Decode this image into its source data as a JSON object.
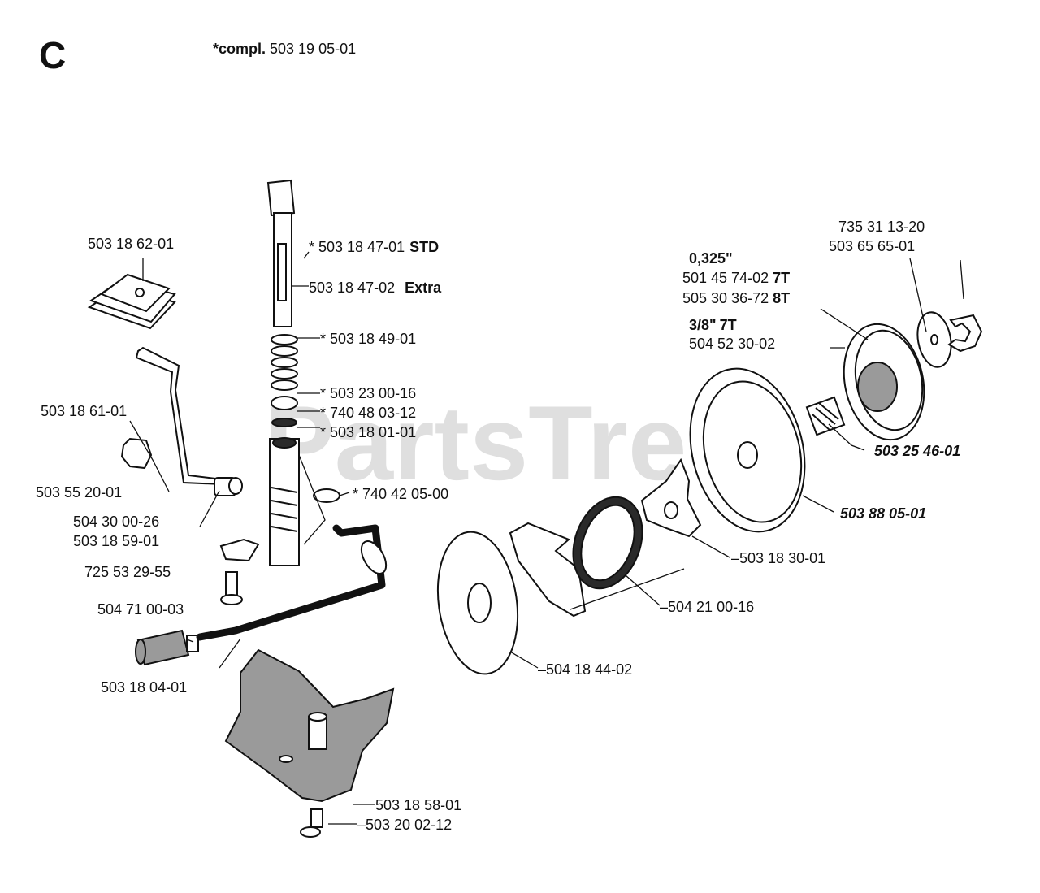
{
  "section_letter": "C",
  "header": {
    "compl_label": "*compl.",
    "compl_number": "503 19 05-01"
  },
  "watermark": "PartsTree",
  "labels": {
    "p_503_18_62_01": "503 18 62-01",
    "p_503_18_47_01": "* 503 18 47-01",
    "p_503_18_47_01_std": "STD",
    "p_503_18_47_02": "503 18 47-02",
    "p_503_18_47_02_extra": "Extra",
    "p_503_18_49_01": "* 503 18 49-01",
    "p_503_23_00_16": "* 503 23 00-16",
    "p_740_48_03_12": "* 740 48 03-12",
    "p_503_18_01_01": "* 503 18 01-01",
    "p_503_18_61_01": "503 18 61-01",
    "p_503_55_20_01": "503 55 20-01",
    "p_740_42_05_00": "* 740 42 05-00",
    "p_504_30_00_26": "504 30 00-26",
    "p_503_18_59_01": "503 18 59-01",
    "p_725_53_29_55": "725 53 29-55",
    "p_504_71_00_03": "504 71 00-03",
    "p_503_18_04_01": "503 18 04-01",
    "p_503_18_58_01": "503 18 58-01",
    "p_503_20_02_12": "503 20 02-12",
    "p_735_31_13_20": "735 31 13-20",
    "p_503_65_65_01": "503 65 65-01",
    "size_0325": "0,325\"",
    "p_501_45_74_02": "501 45 74-02",
    "p_501_45_74_02_t": "7T",
    "p_505_30_36_72": "505 30 36-72",
    "p_505_30_36_72_t": "8T",
    "size_38": "3/8\"",
    "size_38_t": "7T",
    "p_504_52_30_02": "504 52 30-02",
    "p_503_25_46_01": "503 25 46-01",
    "p_503_88_05_01": "503 88 05-01",
    "p_503_18_30_01": "503 18 30-01",
    "p_504_21_00_16": "504 21 00-16",
    "p_504_18_44_02": "504 18 44-02"
  }
}
